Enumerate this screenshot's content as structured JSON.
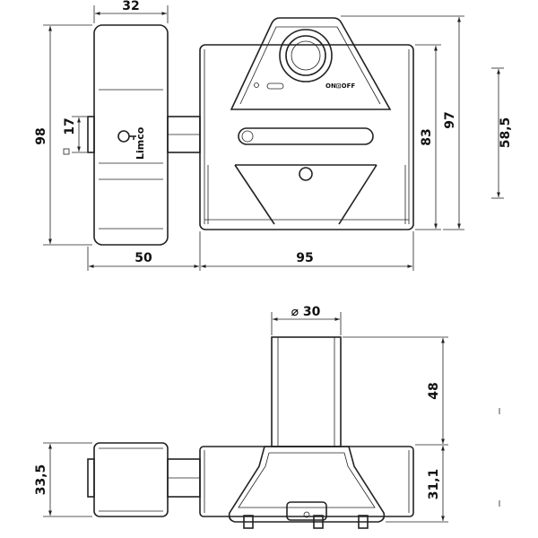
{
  "drawing": {
    "dimensions": {
      "top_width": "32",
      "left_height": "98",
      "small_height": "17",
      "left_width": "50",
      "right_width": "95",
      "inner_height": "83",
      "outer_height": "97",
      "far_height": "58,5",
      "diameter_symbol": "⌀",
      "diameter": "30",
      "cylinder_length": "48",
      "side_height": "33,5",
      "base_height": "31,1"
    },
    "brand": "Limco",
    "switch_label": "ON⊡OFF",
    "color": "#222222"
  }
}
